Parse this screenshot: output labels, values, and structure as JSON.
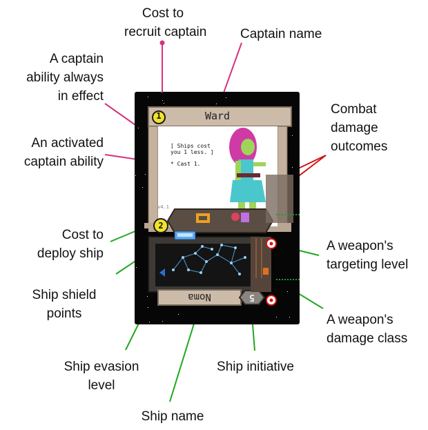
{
  "annotations": {
    "cost_recruit": "Cost to\nrecruit captain",
    "captain_name": "Captain name",
    "always_ability": "A captain\nability always\nin effect",
    "activated_ability": "An activated\ncaptain ability",
    "combat_damage": "Combat\ndamage\noutcomes",
    "cost_deploy": "Cost to\ndeploy ship",
    "shield_points": "Ship shield\npoints",
    "evasion_level": "Ship evasion\nlevel",
    "ship_name": "Ship name",
    "initiative": "Ship initiative",
    "targeting_level": "A weapon's\ntargeting level",
    "damage_class": "A weapon's\ndamage class"
  },
  "card": {
    "recruit_cost": "1",
    "captain_name": "Ward",
    "ability_always": "[ Ships cost\nyou 1 less. ]",
    "ability_activated": "* Cast 1.",
    "version": "v4.1",
    "deploy_cost": "2",
    "ship_name_upside_down": "Noma",
    "initiative": "5"
  },
  "colors": {
    "magenta_leader": "#d6317e",
    "green_leader": "#1fa71f",
    "red_leader": "#d11313",
    "coin_yellow": "#f2e22a",
    "stone": "#c9b8a6"
  }
}
